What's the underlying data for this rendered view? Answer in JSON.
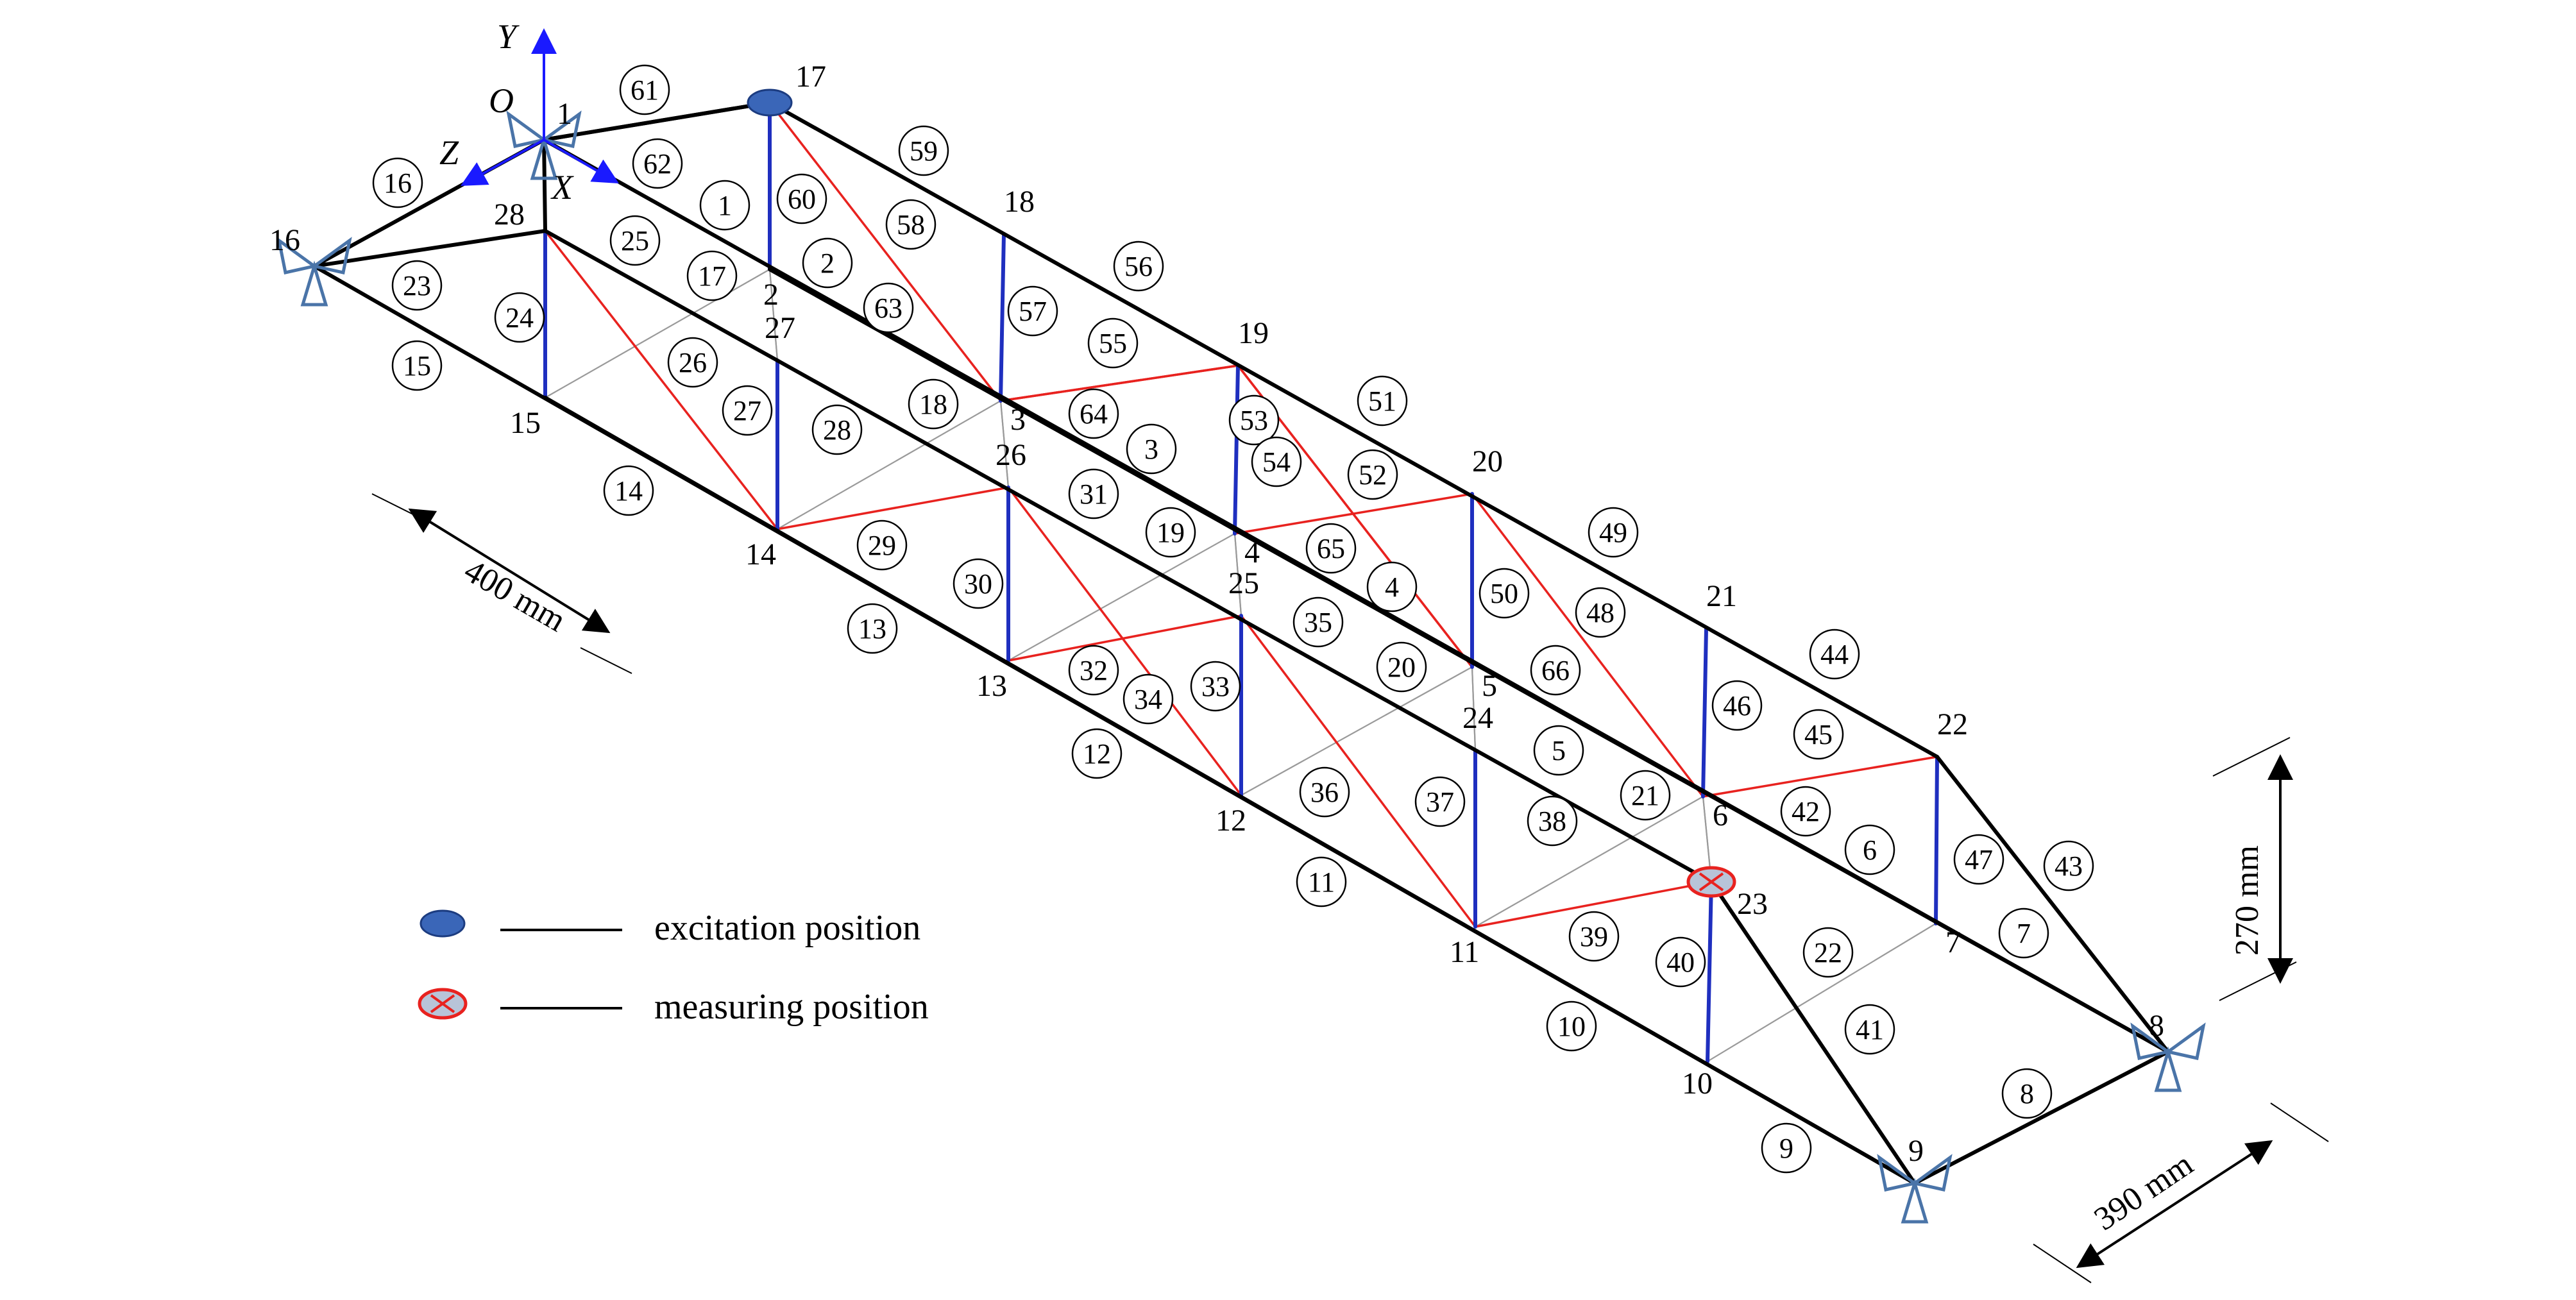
{
  "diagram": {
    "nodes": [
      {
        "id": "1"
      },
      {
        "id": "2"
      },
      {
        "id": "3"
      },
      {
        "id": "4"
      },
      {
        "id": "5"
      },
      {
        "id": "6"
      },
      {
        "id": "7"
      },
      {
        "id": "8"
      },
      {
        "id": "9"
      },
      {
        "id": "10"
      },
      {
        "id": "11"
      },
      {
        "id": "12"
      },
      {
        "id": "13"
      },
      {
        "id": "14"
      },
      {
        "id": "15"
      },
      {
        "id": "16"
      },
      {
        "id": "17"
      },
      {
        "id": "18"
      },
      {
        "id": "19"
      },
      {
        "id": "20"
      },
      {
        "id": "21"
      },
      {
        "id": "22"
      },
      {
        "id": "23"
      },
      {
        "id": "24"
      },
      {
        "id": "25"
      },
      {
        "id": "26"
      },
      {
        "id": "27"
      },
      {
        "id": "28"
      }
    ],
    "member_labels": [
      "1",
      "2",
      "3",
      "4",
      "5",
      "6",
      "7",
      "8",
      "9",
      "10",
      "11",
      "12",
      "13",
      "14",
      "15",
      "16",
      "17",
      "18",
      "19",
      "20",
      "21",
      "22",
      "23",
      "24",
      "25",
      "26",
      "27",
      "28",
      "29",
      "30",
      "31",
      "32",
      "33",
      "34",
      "35",
      "36",
      "37",
      "38",
      "39",
      "40",
      "41",
      "42",
      "43",
      "44",
      "45",
      "46",
      "47",
      "48",
      "49",
      "50",
      "51",
      "52",
      "53",
      "54",
      "55",
      "56",
      "57",
      "58",
      "59",
      "60",
      "61",
      "62",
      "63",
      "64",
      "65",
      "66"
    ],
    "axes": {
      "y": "Y",
      "origin": "O",
      "z": "Z",
      "x": "X",
      "color": "#1a1aff"
    },
    "colors": {
      "chord": "#000000",
      "grid": "#9a9a9a",
      "vertical": "#1f2fbf",
      "diagonal": "#e8221f",
      "support": "#4a74a8",
      "excitation": "#3a66b8",
      "measuring": "#e8221f"
    }
  },
  "dimensions": {
    "length": "400 mm",
    "height": "270 mm",
    "width": "390 mm"
  },
  "legend": {
    "excitation": "excitation position",
    "measuring": "measuring position"
  }
}
